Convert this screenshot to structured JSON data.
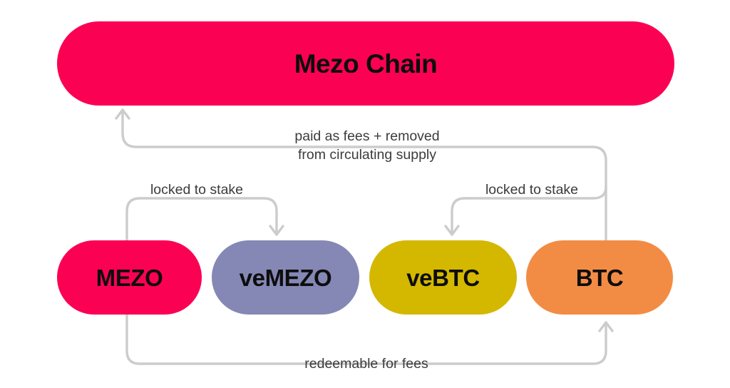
{
  "diagram": {
    "title": "Mezo Chain",
    "background_color": "#ffffff",
    "connector_color": "#cccccc",
    "caption_color": "#3c3c3c",
    "header": {
      "label": "Mezo Chain",
      "fill": "#FB0154",
      "text_color": "#0d0d0d"
    },
    "nodes": [
      {
        "id": "mezo",
        "label": "MEZO",
        "fill": "#FB0154",
        "text_color": "#0d0d0d"
      },
      {
        "id": "vemezo",
        "label": "veMEZO",
        "fill": "#8587B5",
        "text_color": "#0d0d0d"
      },
      {
        "id": "vebtc",
        "label": "veBTC",
        "fill": "#D4B800",
        "text_color": "#0d0d0d"
      },
      {
        "id": "btc",
        "label": "BTC",
        "fill": "#F28C45",
        "text_color": "#0d0d0d"
      }
    ],
    "connectors": [
      {
        "id": "fees-to-chain",
        "label": "paid as fees + removed\nfrom circulating supply",
        "from": "btc",
        "to": "mezo-chain",
        "arrowhead": "up"
      },
      {
        "id": "mezo-locked-to-stake",
        "label": "locked to stake",
        "from": "mezo",
        "to": "vemezo",
        "arrowhead": "down"
      },
      {
        "id": "btc-locked-to-stake",
        "label": "locked to stake",
        "from": "btc",
        "to": "vebtc",
        "arrowhead": "down"
      },
      {
        "id": "redeemable-for-fees",
        "label": "redeemable for fees",
        "from": "mezo",
        "to": "btc",
        "arrowhead": "up"
      }
    ]
  }
}
